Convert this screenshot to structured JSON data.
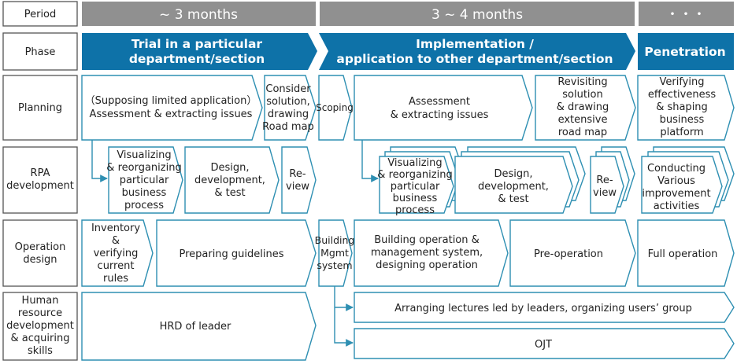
{
  "row_labels": {
    "period": "Period",
    "phase": "Phase",
    "planning": "Planning",
    "rpa": [
      "RPA",
      "development"
    ],
    "operation": [
      "Operation",
      "design"
    ],
    "hr": [
      "Human",
      "resource",
      "development",
      "& acquiring",
      "skills"
    ]
  },
  "periods": {
    "p1": "~ 3 months",
    "p2": "3 ~ 4 months",
    "p3": "・・・"
  },
  "phases": {
    "trial": [
      "Trial in a particular",
      "department/section"
    ],
    "implementation": [
      "Implementation /",
      "application to other department/section"
    ],
    "penetration": "Penetration"
  },
  "planning": {
    "assess1": [
      "（Supposing limited application）",
      "Assessment & extracting issues"
    ],
    "consider": [
      "Consider",
      "solution,",
      "drawing",
      "Road map"
    ],
    "scoping": "Scoping",
    "assess2": [
      "Assessment",
      "& extracting issues"
    ],
    "revisit": [
      "Revisiting",
      "solution",
      "& drawing",
      "extensive",
      "road map"
    ],
    "verify": [
      "Verifying",
      "effectiveness",
      "& shaping",
      "business",
      "platform"
    ]
  },
  "rpa": {
    "visualize1": [
      "Visualizing",
      "& reorganizing",
      "particular",
      "business",
      "process"
    ],
    "design1": [
      "Design,",
      "development,",
      "& test"
    ],
    "review1": [
      "Re-",
      "view"
    ],
    "visualize2": [
      "Visualizing",
      "& reorganizing",
      "particular",
      "business",
      "process"
    ],
    "design2": [
      "Design,",
      "development,",
      "& test"
    ],
    "review2": [
      "Re-",
      "view"
    ],
    "conducting": [
      "Conducting",
      "Various",
      "improvement",
      "activities"
    ]
  },
  "operation": {
    "inventory": [
      "Inventory",
      "&",
      "verifying",
      "current",
      "rules"
    ],
    "guidelines": "Preparing guidelines",
    "building": [
      "Building",
      "Mgmt",
      "system"
    ],
    "building_op": [
      "Building operation &",
      "management system,",
      "designing operation"
    ],
    "preop": "Pre-operation",
    "fullop": "Full operation"
  },
  "hr": {
    "hrd": "HRD of leader",
    "lectures": "Arranging lectures led by leaders, organizing users’ group",
    "ojt": "OJT"
  }
}
